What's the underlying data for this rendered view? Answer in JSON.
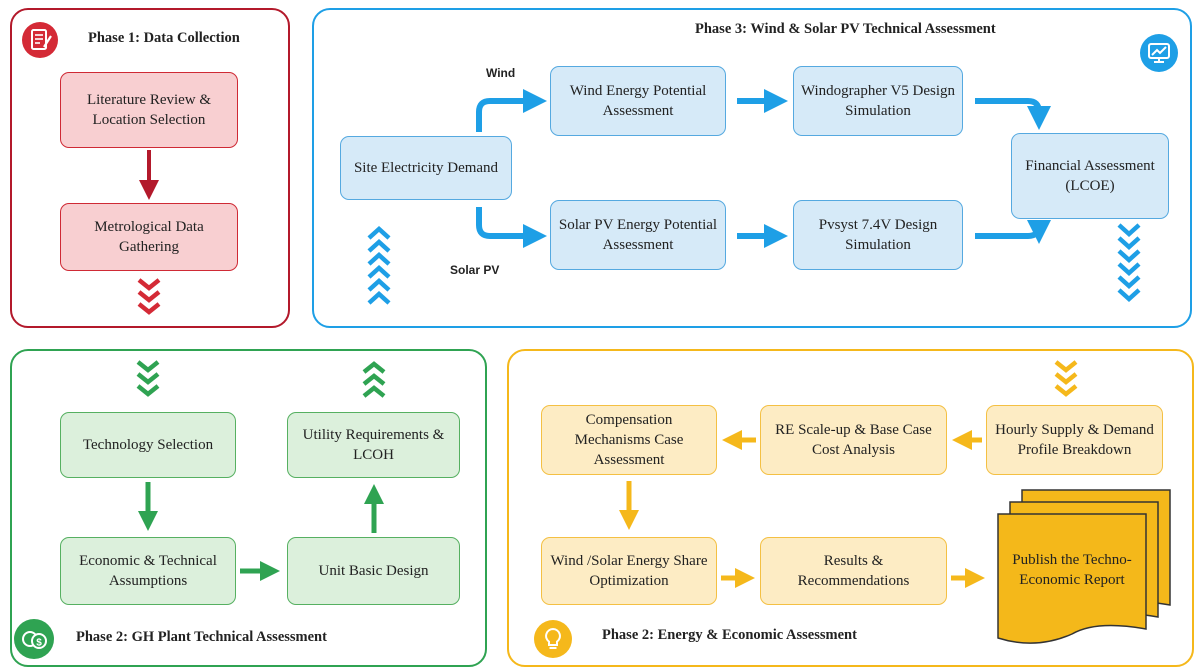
{
  "phase1": {
    "title": "Phase 1: Data Collection",
    "box1": "Literature Review & Location Selection",
    "box2": "Metrological Data Gathering"
  },
  "phase3": {
    "title": "Phase 3: Wind & Solar PV Technical Assessment",
    "wind_label": "Wind",
    "solar_label": "Solar PV",
    "demand": "Site Electricity Demand",
    "wind_potential": "Wind Energy Potential Assessment",
    "windographer": "Windographer V5 Design Simulation",
    "solar_potential": "Solar PV Energy Potential Assessment",
    "pvsyst": "Pvsyst 7.4V Design Simulation",
    "financial": "Financial Assessment (LCOE)"
  },
  "phase2gh": {
    "title": "Phase 2: GH Plant Technical Assessment",
    "tech": "Technology Selection",
    "utility": "Utility Requirements & LCOH",
    "econ": "Economic & Technical Assumptions",
    "unit": "Unit Basic Design"
  },
  "phase2ee": {
    "title": "Phase 2: Energy & Economic Assessment",
    "hourly": "Hourly Supply & Demand Profile Breakdown",
    "scaleup": "RE Scale-up & Base Case Cost Analysis",
    "compensation": "Compensation Mechanisms Case Assessment",
    "share": "Wind /Solar Energy Share Optimization",
    "results": "Results & Recommendations",
    "publish": "Publish the Techno-Economic Report"
  },
  "colors": {
    "red": "#cf2a35",
    "blue": "#1e9fe6",
    "green": "#2fa352",
    "yellow": "#f5b81b"
  },
  "icons": {
    "phase1": "checklist-icon",
    "phase3": "monitor-chart-icon",
    "phase2gh": "money-icon",
    "phase2ee": "lightbulb-icon"
  }
}
